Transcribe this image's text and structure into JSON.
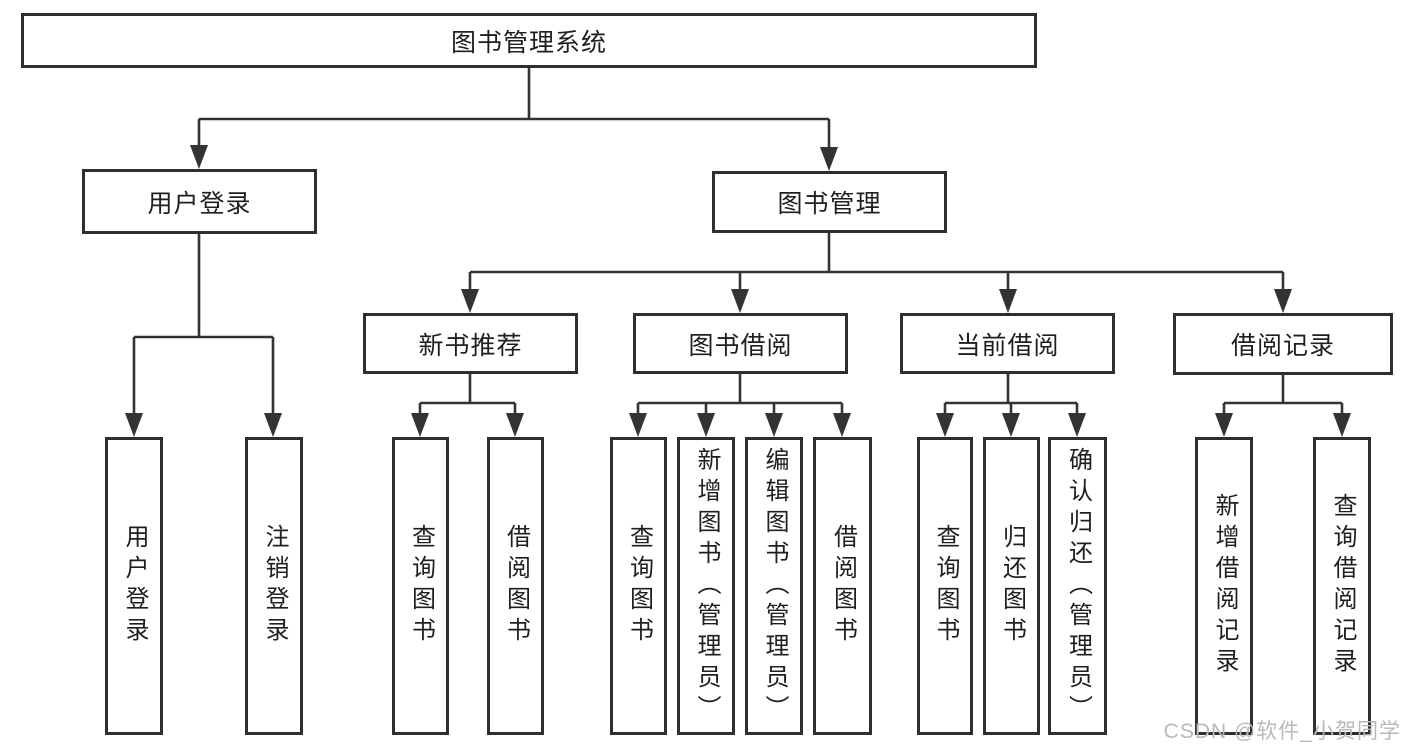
{
  "diagram": {
    "watermark": "CSDN @软件_小贺同学",
    "colors": {
      "line": "#333333",
      "box_border": "#2e2e2e",
      "text": "#1f1f1f",
      "watermark": "#b9b9b9",
      "background": "#ffffff"
    },
    "nodes": {
      "root": {
        "label": "图书管理系统"
      },
      "user_login_group": {
        "label": "用户登录"
      },
      "book_management": {
        "label": "图书管理"
      },
      "new_book_recommend": {
        "label": "新书推荐"
      },
      "book_borrow": {
        "label": "图书借阅"
      },
      "current_borrow": {
        "label": "当前借阅"
      },
      "borrow_records": {
        "label": "借阅记录"
      },
      "leaf_user_login": {
        "label": "用户登录"
      },
      "leaf_logout_login": {
        "label": "注销登录"
      },
      "leaf_nb_query_books": {
        "label": "查询图书"
      },
      "leaf_nb_borrow_books": {
        "label": "借阅图书"
      },
      "leaf_bb_query_books": {
        "label": "查询图书"
      },
      "leaf_bb_add_books_admin": {
        "label": "新增图书（管理员）"
      },
      "leaf_bb_edit_books_admin": {
        "label": "编辑图书（管理员）"
      },
      "leaf_bb_borrow_books": {
        "label": "借阅图书"
      },
      "leaf_cb_query_books": {
        "label": "查询图书"
      },
      "leaf_cb_return_books": {
        "label": "归还图书"
      },
      "leaf_cb_confirm_return_admin": {
        "label": "确认归还（管理员）"
      },
      "leaf_br_add_record": {
        "label": "新增借阅记录"
      },
      "leaf_br_query_record": {
        "label": "查询借阅记录"
      }
    }
  }
}
